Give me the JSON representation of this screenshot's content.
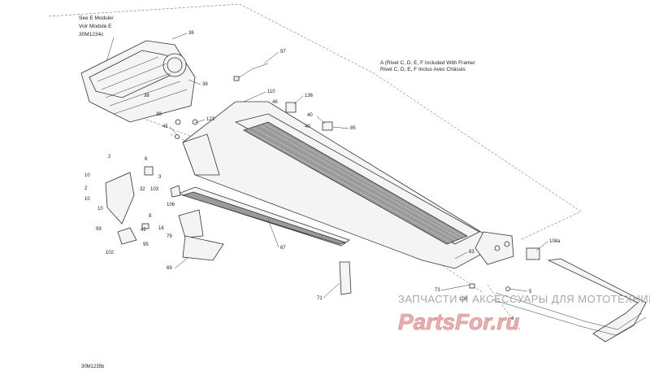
{
  "notes": {
    "module_ref": [
      "See E Module/",
      "Voir Module E",
      "30M1234c"
    ],
    "rivet_note": [
      "A (Rivet C, D, E, F Included With Frame/",
      "Rivet C, D, E, F Inclus Avec Châssis"
    ],
    "diagram_code": "30M1235b"
  },
  "watermark": {
    "tagline": "ЗАПЧАСТИ И АКСЕССУАРЫ ДЛЯ МОТОТЕХНИКИ",
    "logo": "PartsFor.ru"
  },
  "callouts": [
    "36",
    "97",
    "38",
    "38",
    "110",
    "136",
    "46",
    "38",
    "40",
    "123",
    "45",
    "85",
    "40",
    "6",
    "2",
    "3",
    "10",
    "2",
    "10",
    "32",
    "103",
    "8",
    "106",
    "10",
    "99",
    "16",
    "42",
    "79",
    "95",
    "102",
    "67",
    "69",
    "83",
    "108a",
    "5",
    "71",
    "73",
    "109",
    "4"
  ]
}
